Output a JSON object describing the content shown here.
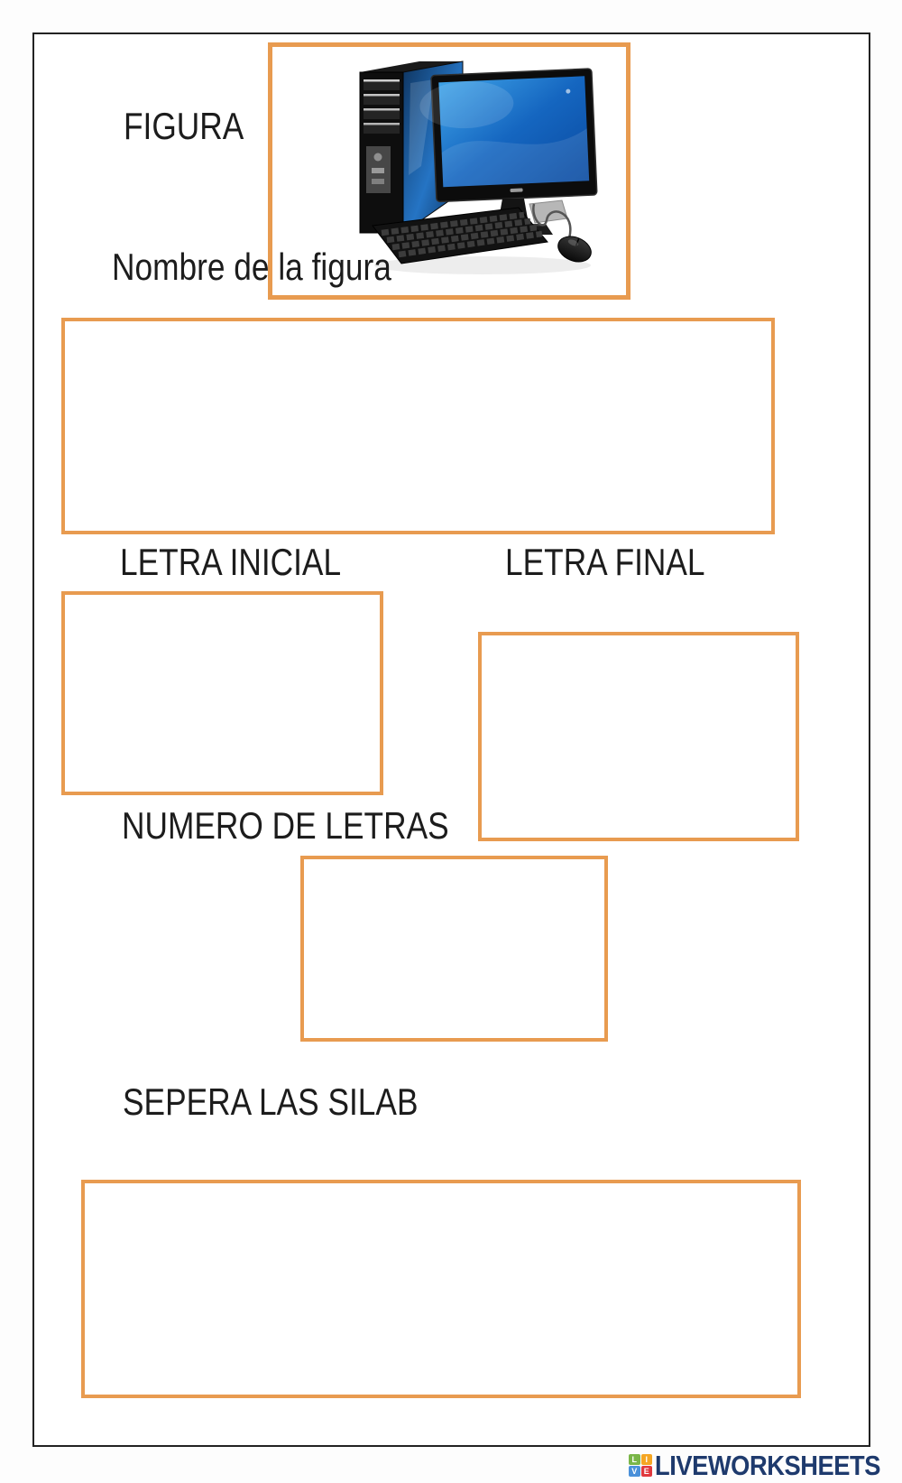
{
  "page": {
    "background": "#ffffff",
    "border_color": "#222222"
  },
  "accent": {
    "box_border_color": "#E89B50"
  },
  "worksheet": {
    "figura_label": "FIGURA",
    "nombre_label": "Nombre de la figura",
    "letra_inicial_label": "LETRA INICIAL",
    "letra_final_label": "LETRA FINAL",
    "numero_label": "NUMERO DE LETRAS",
    "sepera_label": "SEPERA LAS SILAB",
    "answers": {
      "nombre": "",
      "letra_inicial": "",
      "letra_final": "",
      "numero_de_letras": "",
      "silabas": ""
    }
  },
  "figure": {
    "icon_name": "desktop-computer-image"
  },
  "footer": {
    "logo_text": "LIVEWORKSHEETS",
    "logo_text_color": "#1E3A6D",
    "logo_tiles": [
      {
        "letter": "L",
        "color": "#7AB648"
      },
      {
        "letter": "I",
        "color": "#F5A623"
      },
      {
        "letter": "V",
        "color": "#4A90D9"
      },
      {
        "letter": "E",
        "color": "#E0393E"
      }
    ]
  }
}
